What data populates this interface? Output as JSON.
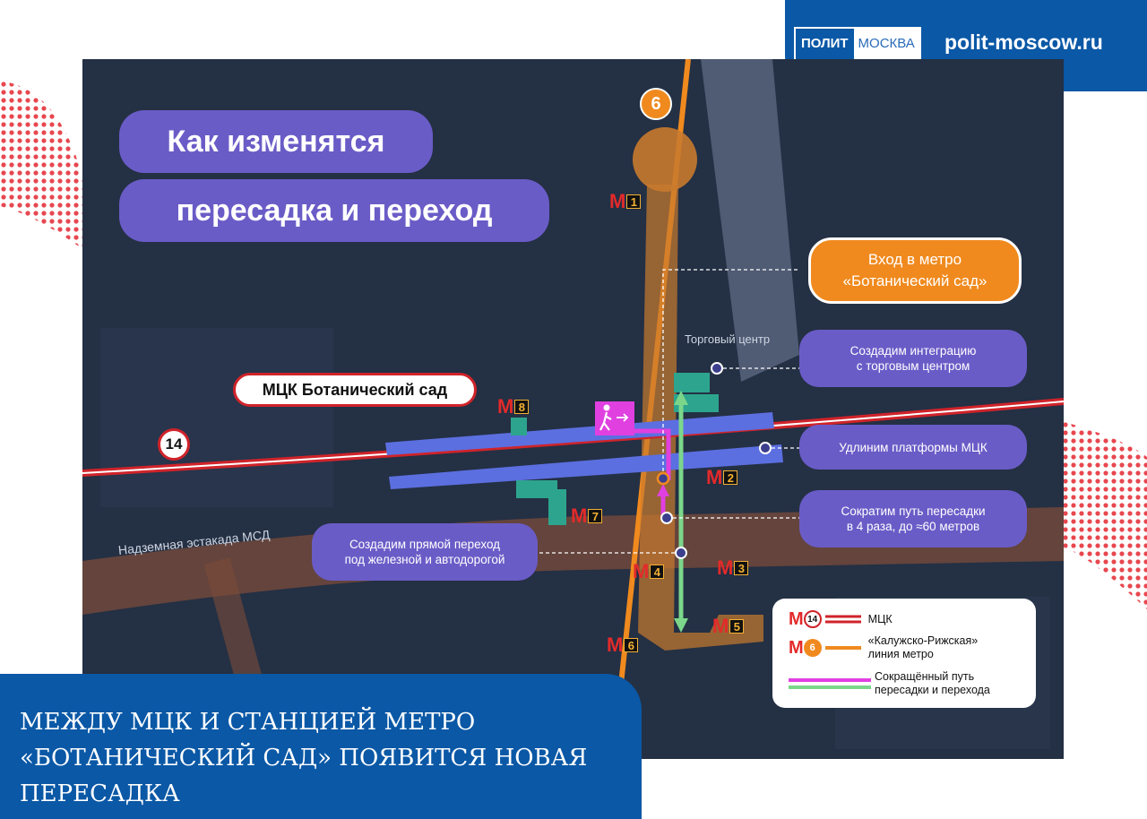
{
  "brand": {
    "logo_left": "ПОЛИТ",
    "logo_right": "МОСКВА",
    "site": "polit-moscow.ru"
  },
  "map": {
    "title_line1": "Как изменятся",
    "title_line2": "пересадка и переход",
    "entrance": "Вход в метро\n«Ботанический сад»",
    "shopping_center": "Торговый центр",
    "callout_integration": "Создадим интеграцию\nс торговым центром",
    "callout_platforms": "Удлиним платформы МЦК",
    "callout_transfer": "Сократим путь пересадки\nв 4 раза, до ≈60 метров",
    "callout_crossing": "Создадим прямой переход\nпод железной и автодорогой",
    "station": "МЦК Ботанический сад",
    "overpass": "Надземная эстакада МСД",
    "line6_number": "6",
    "line14_number": "14",
    "exits": [
      "1",
      "2",
      "3",
      "4",
      "5",
      "6",
      "7",
      "8"
    ]
  },
  "legend": {
    "mck": "МЦК",
    "metro": "«Калужско-Рижская»\nлиния метро",
    "transfer": "Сокращённый путь\nпересадки и перехода",
    "mck_badge": "14",
    "metro_badge": "6"
  },
  "colors": {
    "mck_red": "#d0232a",
    "metro_orange": "#f08a1e",
    "transfer_magenta": "#e040e0",
    "transfer_green": "#7bd68a",
    "callout_purple": "#6a5cc7",
    "brand_blue": "#0a58a6"
  },
  "caption": "МЕЖДУ МЦК И СТАНЦИЕЙ МЕТРО\n«БОТАНИЧЕСКИЙ САД» ПОЯВИТСЯ НОВАЯ\nПЕРЕСАДКА"
}
